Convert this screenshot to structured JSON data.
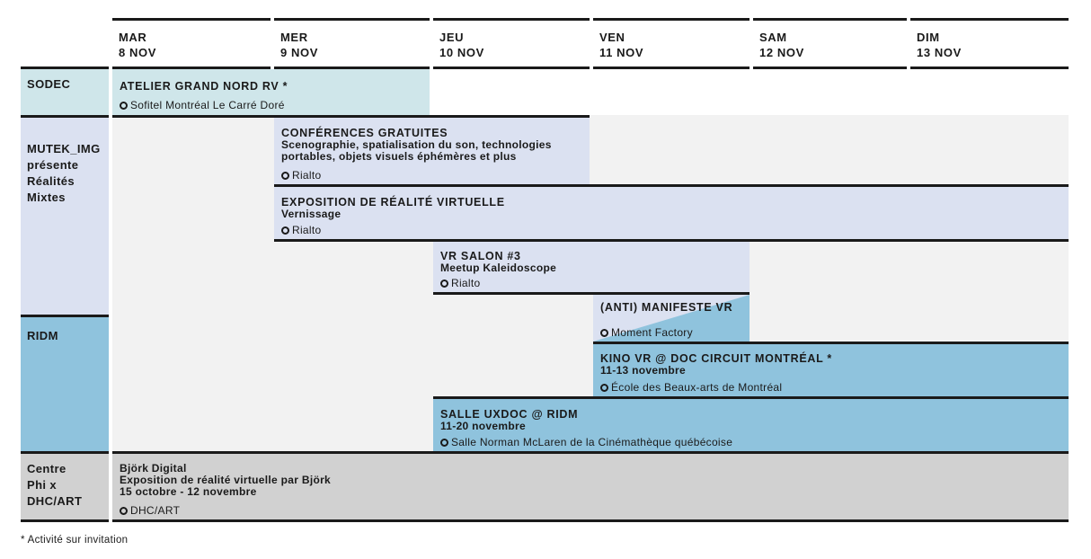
{
  "days": [
    {
      "day": "MAR",
      "date": "8 NOV"
    },
    {
      "day": "MER",
      "date": "9 NOV"
    },
    {
      "day": "JEU",
      "date": "10 NOV"
    },
    {
      "day": "VEN",
      "date": "11 NOV"
    },
    {
      "day": "SAM",
      "date": "12 NOV"
    },
    {
      "day": "DIM",
      "date": "13 NOV"
    }
  ],
  "groups": {
    "sodec": "SODEC",
    "mutek": "MUTEK_IMG\nprésente\nRéalités\nMixtes",
    "ridm": "RIDM",
    "phi": "Centre\nPhi x\nDHC/ART"
  },
  "colors": {
    "sodec": "#cfe6ea",
    "mutek": "#dbe1f1",
    "ridm": "#8fc3dd",
    "phi": "#d1d1d1",
    "empty": "#f2f2f2"
  },
  "events": {
    "atelier": {
      "title": "ATELIER GRAND NORD RV *",
      "location": "Sofitel Montréal Le Carré Doré"
    },
    "conferences": {
      "title": "CONFÉRENCES GRATUITES",
      "subtitle": "Scenographie, spatialisation du son, technologies\nportables, objets visuels éphémères et plus",
      "location": "Rialto"
    },
    "exposition": {
      "title": "EXPOSITION DE RÉALITÉ VIRTUELLE",
      "subtitle": "Vernissage",
      "location": "Rialto"
    },
    "vrsalon": {
      "title": "VR SALON #3",
      "subtitle": "Meetup Kaleidoscope",
      "location": "Rialto"
    },
    "manifeste": {
      "title": "(ANTI) MANIFESTE VR",
      "location": "Moment Factory"
    },
    "kino": {
      "title": "KINO VR @ DOC CIRCUIT MONTRÉAL *",
      "subtitle": "11-13 novembre",
      "location": "École des Beaux-arts de Montréal"
    },
    "uxdoc": {
      "title": "SALLE UXDOC @ RIDM",
      "subtitle": "11-20 novembre",
      "location": "Salle Norman McLaren de la Cinémathèque québécoise"
    },
    "bjork": {
      "title": "Björk Digital",
      "subtitle": "Exposition de réalité virtuelle par Björk\n15 octobre - 12 novembre",
      "location": "DHC/ART"
    }
  },
  "footnote": "* Activité sur invitation"
}
